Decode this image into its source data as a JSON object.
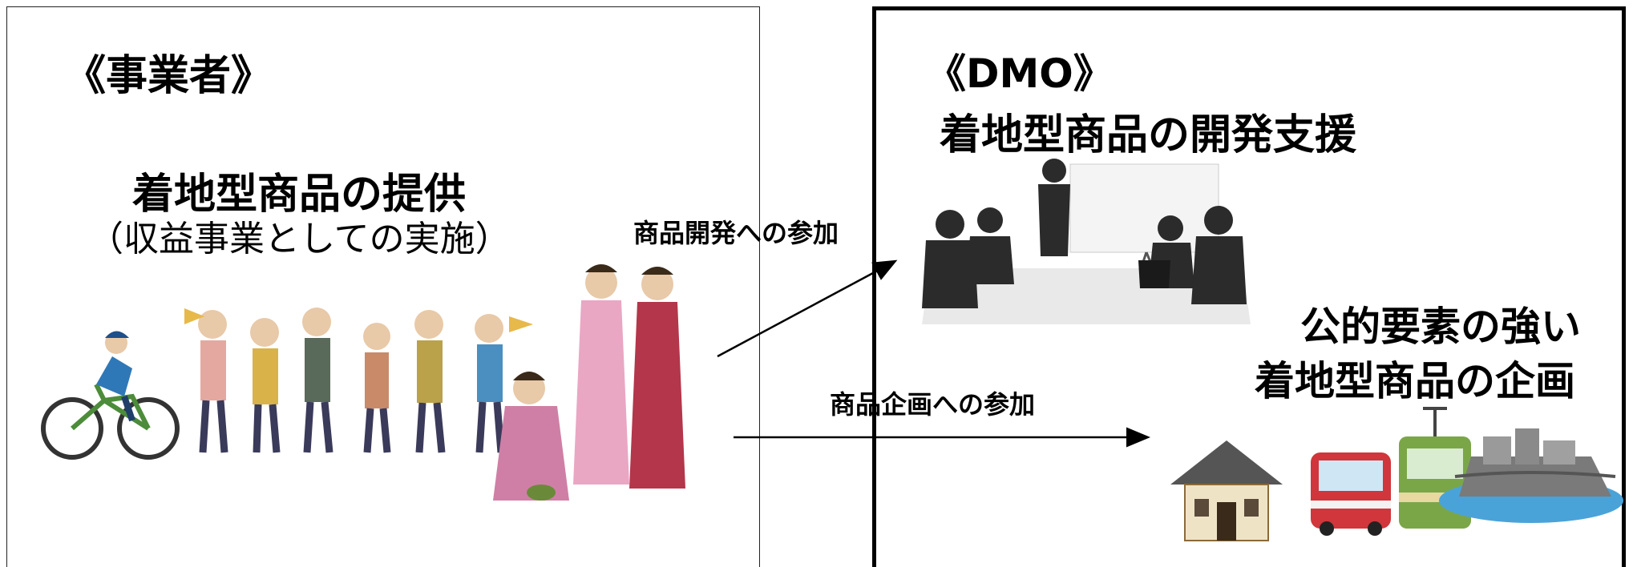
{
  "operator": {
    "heading": "《事業者》",
    "title": "着地型商品の提供",
    "subtitle": "（収益事業としての実施）"
  },
  "dmo": {
    "heading": "《DMO》",
    "title": "着地型商品の開発支援",
    "planning_line1": "公的要素の強い",
    "planning_line2": "着地型商品の企画"
  },
  "arrows": {
    "development": "商品開発への参加",
    "planning": "商品企画への参加"
  },
  "colors": {
    "line": "#000000",
    "silhouette": "#2b2b2b",
    "kimono_pink": "#e9a7c4",
    "kimono_red": "#b3364a",
    "tram_green": "#7aa648",
    "bus_red": "#d0363b",
    "water": "#4aa3d8"
  },
  "icons": [
    "cyclist-illustration",
    "tourists-group-illustration",
    "kimono-tea-ceremony-illustration",
    "business-meeting-illustration",
    "traditional-house-icon",
    "bus-icon",
    "tram-icon",
    "island-city-icon"
  ]
}
